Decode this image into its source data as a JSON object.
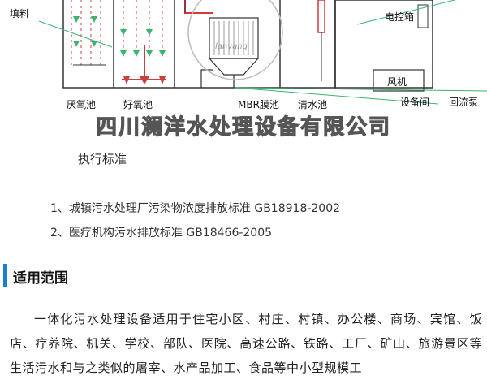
{
  "diagram": {
    "labels": {
      "filler": "填料",
      "anoxic_tank": "厌氧池",
      "aerobic_tank": "好氧池",
      "mbr_tank": "MBR膜池",
      "clear_water_tank": "清水池",
      "control_box": "电控箱",
      "blower": "风机",
      "equipment_room": "设备间",
      "return_pump": "回流泵",
      "watermark_text": "lanyang"
    },
    "company_name": "四川澜洋水处理设备有限公司"
  },
  "standards": {
    "heading": "执行标准",
    "items": [
      "1、城镇污水处理厂污染物浓度排放标准 GB18918-2002",
      "2、医疗机构污水排放标准 GB18466-2005"
    ]
  },
  "scope": {
    "title": "适用范围",
    "paragraph": "一体化污水处理设备适用于住宅小区、村庄、村镇、办公楼、商场、宾馆、饭店、疗养院、机关、学校、部队、医院、高速公路、铁路、工厂、矿山、旅游景区等生活污水和与之类似的屠宰、水产品加工、食品等中小型规模工"
  },
  "colors": {
    "accent": "#1a7fd0",
    "diagram_line": "#333333",
    "leader_green": "#3cb371",
    "pipe_red": "#d23a3a"
  }
}
